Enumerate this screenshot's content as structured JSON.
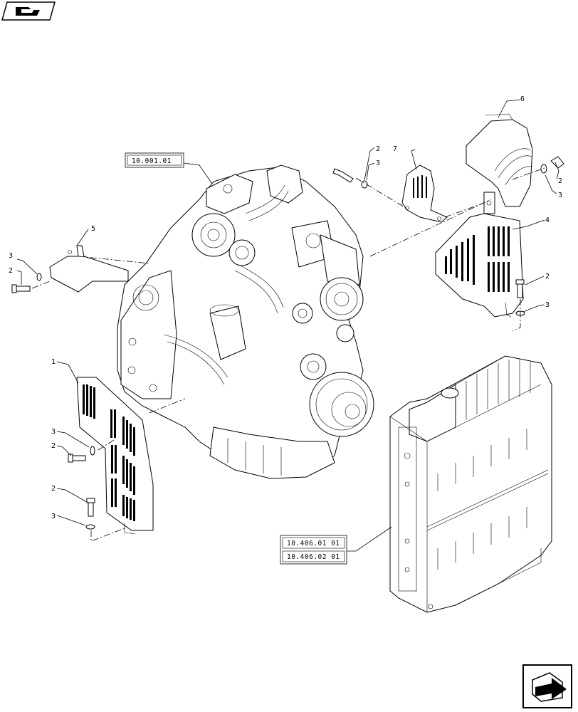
{
  "references": {
    "engine": "10.001.01",
    "radiator_1": "10.406.01 01",
    "radiator_2": "10.406.02 01"
  },
  "callouts": {
    "c1": "1",
    "c2a": "2",
    "c2b": "2",
    "c2c": "2",
    "c2d": "2",
    "c2e": "2",
    "c2f": "2",
    "c3a": "3",
    "c3b": "3",
    "c3c": "3",
    "c3d": "3",
    "c3e": "3",
    "c3f": "3",
    "c4": "4",
    "c5": "5",
    "c6": "6",
    "c7": "7"
  },
  "icons": {
    "top_left": "book-pointer-icon",
    "bottom_right": "next-page-arrow-icon"
  }
}
